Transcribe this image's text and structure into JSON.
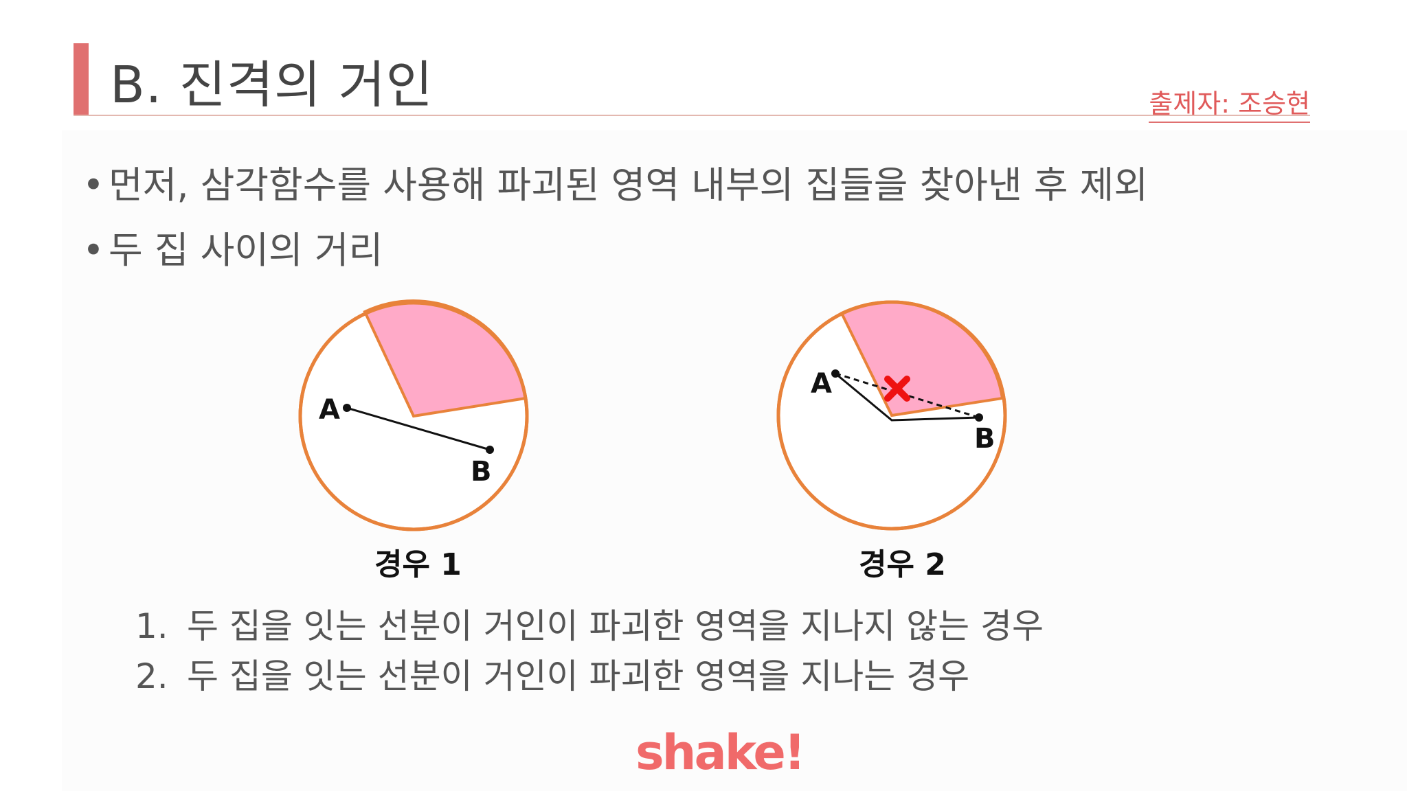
{
  "title": "B. 진격의 거인",
  "author": "출제자: 조승현",
  "bullets": [
    "먼저, 삼각함수를 사용해 파괴된 영역 내부의 집들을 찾아낸 후 제외",
    "두 집 사이의 거리"
  ],
  "bullet_marker": "•",
  "diagrams": [
    {
      "label": "경우 1",
      "point_a": "A",
      "point_b": "B"
    },
    {
      "label": "경우 2",
      "point_a": "A",
      "point_b": "B"
    }
  ],
  "list": [
    {
      "num": "1.",
      "text": "두 집을 잇는 선분이 거인이 파괴한 영역을 지나지 않는 경우"
    },
    {
      "num": "2.",
      "text": "두 집을 잇는 선분이 거인이 파괴한 영역을 지나는 경우"
    }
  ],
  "logo": "shake!",
  "colors": {
    "accent": "#e07070",
    "circle_stroke": "#e8823a",
    "sector_fill": "#ffaac8",
    "cross": "#ee1111",
    "logo": "#f06a6a"
  },
  "icons": {
    "cross": "x-mark-icon"
  }
}
